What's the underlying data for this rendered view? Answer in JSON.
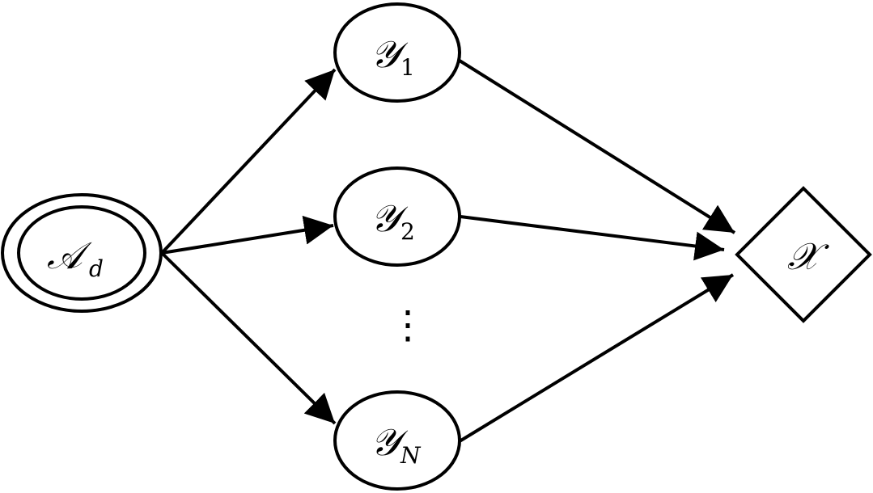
{
  "nodes": {
    "source": {
      "main": "𝒜",
      "sub": "d"
    },
    "y1": {
      "main": "𝒴",
      "sub": "1"
    },
    "y2": {
      "main": "𝒴",
      "sub": "2"
    },
    "yN": {
      "main": "𝒴",
      "sub": "N"
    },
    "target": {
      "main": "𝒳"
    }
  },
  "ellipsis": "⋮",
  "colors": {
    "stroke": "#000000",
    "background": "#ffffff"
  }
}
